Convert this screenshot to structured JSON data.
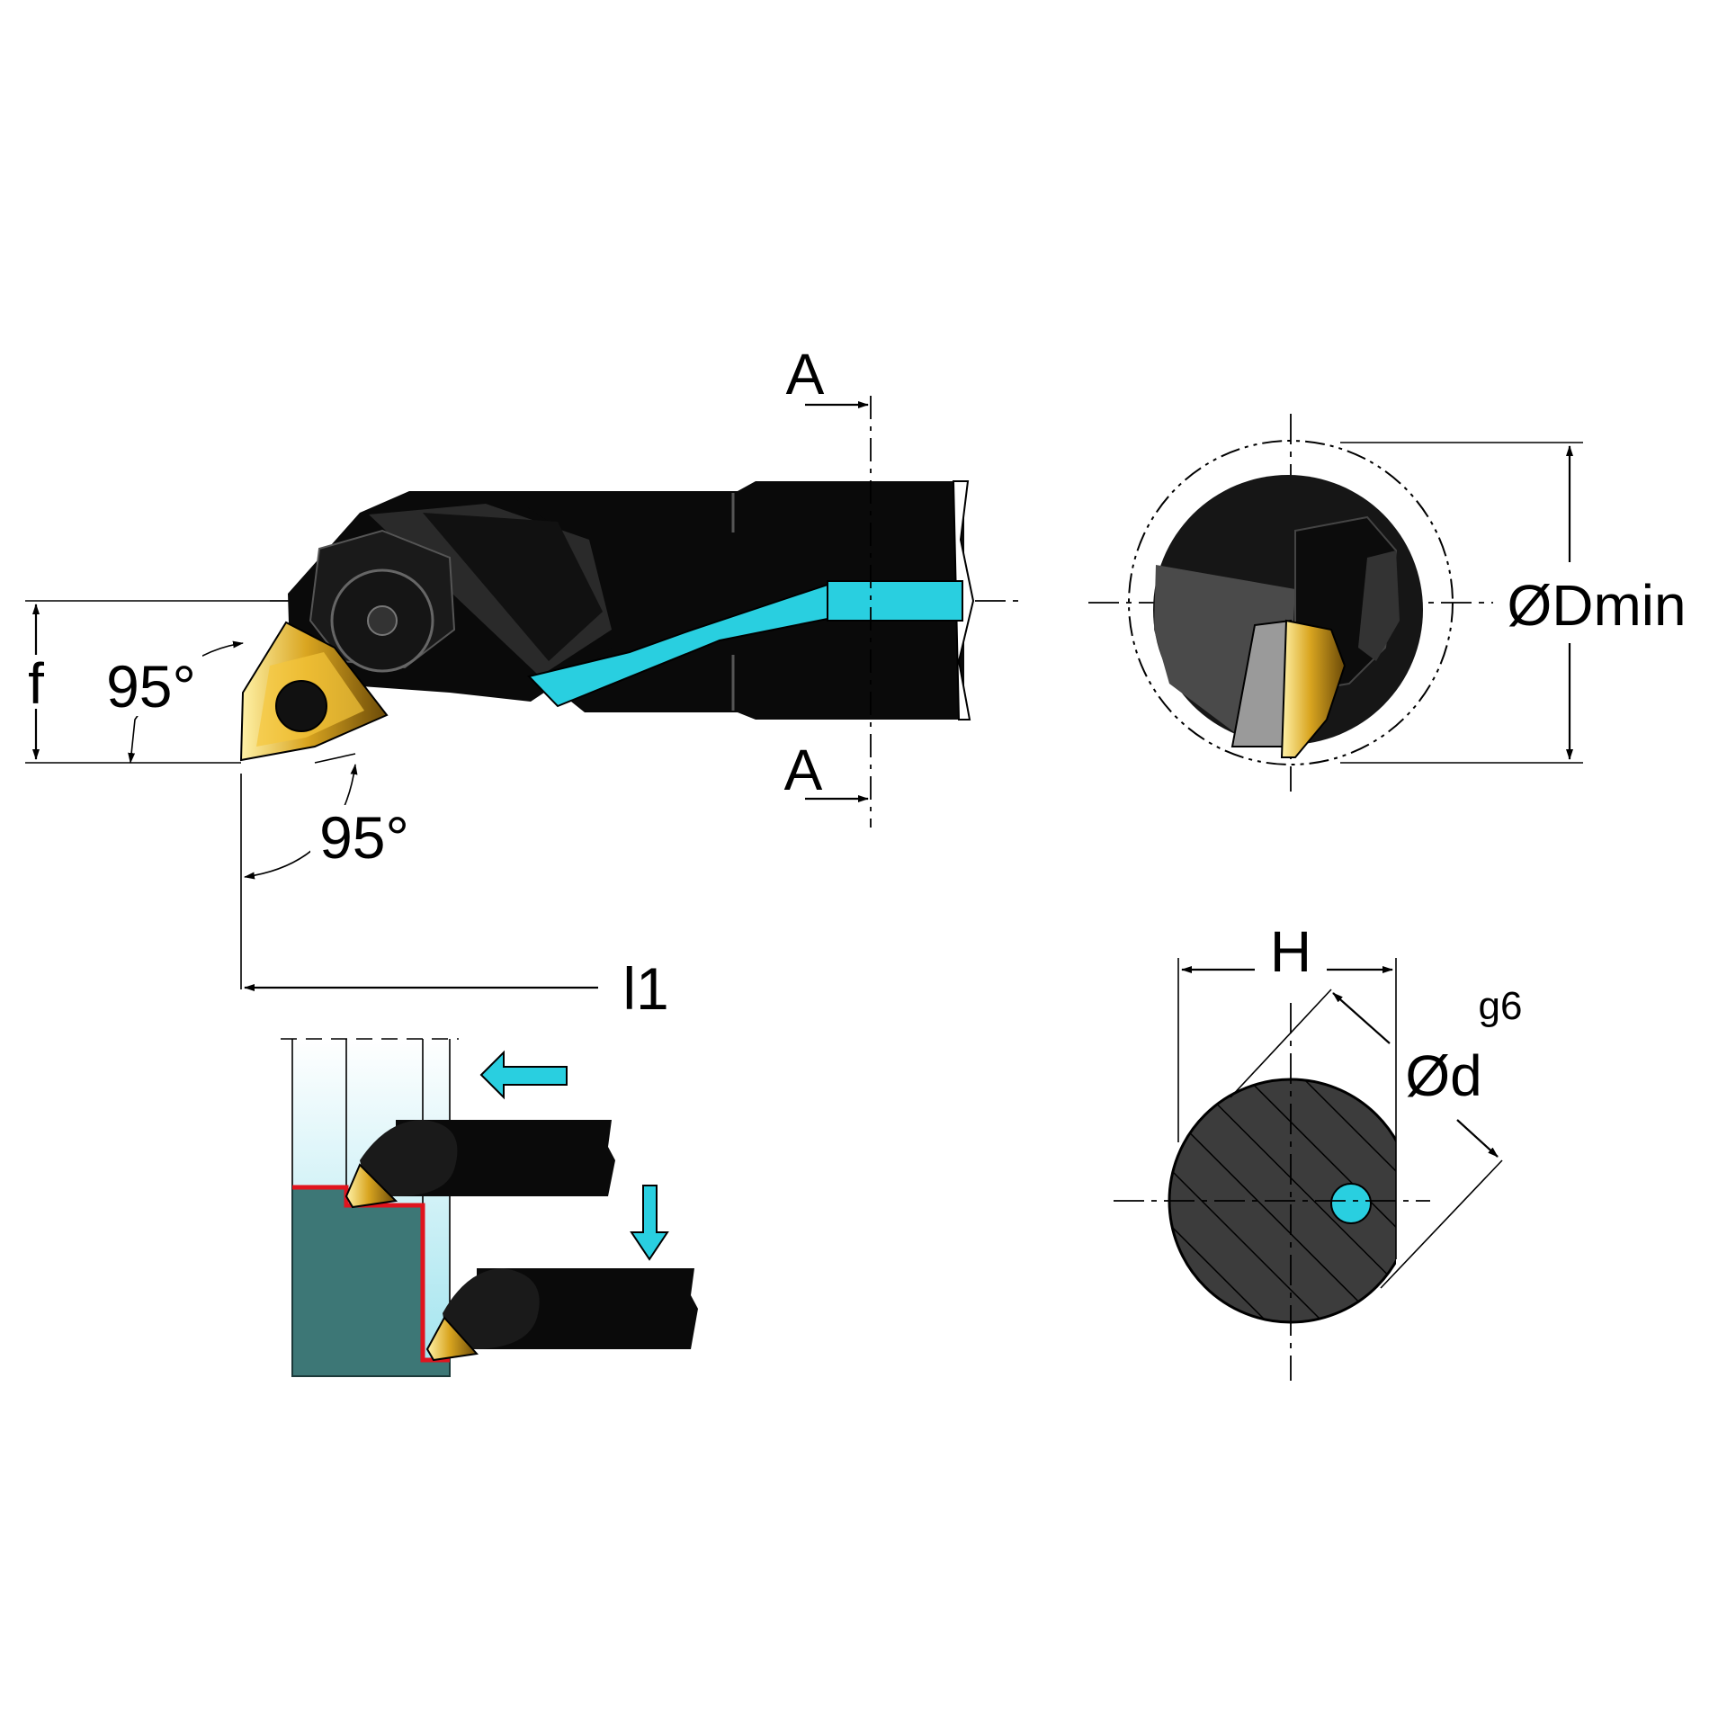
{
  "labels": {
    "section_mark": "A",
    "lead_angle": "95°",
    "approach_angle": "95°",
    "f": "f",
    "d_min": "ØDmin",
    "l1": "l1",
    "h": "H",
    "d": "Ød",
    "tolerance": "g6"
  },
  "colors": {
    "coolant": "#29cfe0",
    "insert_gold": "#d9a520",
    "workpiece": "#3d7776",
    "cut_profile": "#e0141e",
    "bore_fluid": "#bdeef5"
  }
}
